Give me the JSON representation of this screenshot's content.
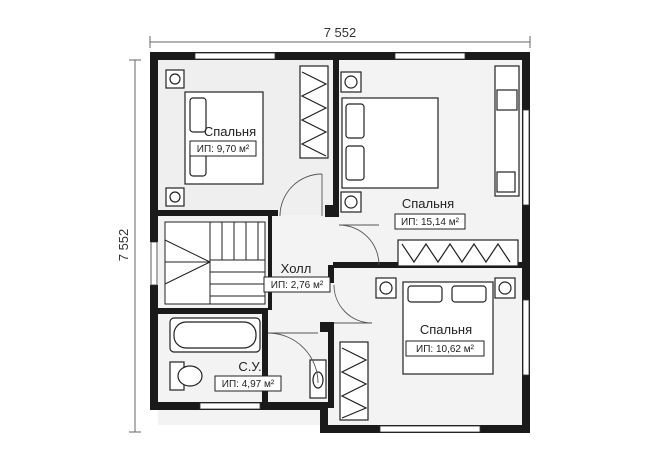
{
  "dimensions": {
    "width_label": "7 552",
    "height_label": "7 552"
  },
  "rooms": {
    "bedroom1": {
      "name": "Спальня",
      "area": "ИП: 9,70 м²"
    },
    "bedroom2": {
      "name": "Спальня",
      "area": "ИП: 15,14 м²"
    },
    "bedroom3": {
      "name": "Спальня",
      "area": "ИП: 10,62 м²"
    },
    "hall": {
      "name": "Холл",
      "area": "ИП: 2,76 м²"
    },
    "bathroom": {
      "name": "С.У.",
      "area": "ИП: 4,97 м²"
    }
  },
  "colors": {
    "wall": "#1a1a1a",
    "floor": "#f2f2f2",
    "furniture": "#ffffff"
  }
}
